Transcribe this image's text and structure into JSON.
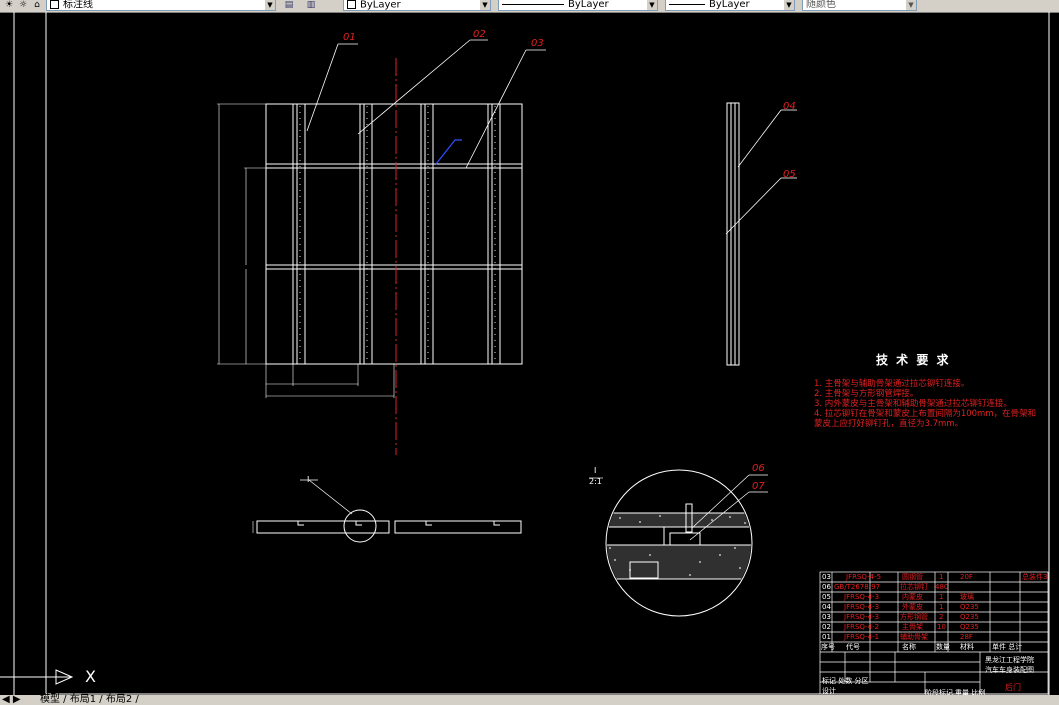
{
  "toolbar": {
    "layer_name": "标注线",
    "color_value": "ByLayer",
    "linetype_value": "ByLayer",
    "lineweight_value": "ByLayer",
    "plotstyle_value": "随颜色"
  },
  "drawing": {
    "balloons": [
      "01",
      "02",
      "03",
      "04",
      "05",
      "06",
      "07"
    ],
    "tech_title": "技 术 要 求",
    "tech_notes": [
      "1. 主骨架与辅助骨架通过拉芯铆钉连接。",
      "2. 主骨架与方形钢管焊接。",
      "3. 内外蒙皮与主骨架和辅助骨架通过拉芯铆钉连接。",
      "4. 拉芯铆钉在骨架和蒙皮上布置间隔为100mm，在骨架和",
      "蒙皮上应打好铆钉孔，直径为3.7mm。"
    ],
    "detail_label_top": "I",
    "detail_label_bottom": "2:1",
    "detail_marker": "I"
  },
  "bom": {
    "rows": [
      {
        "no": "03",
        "code": "JFRSQ-4-5",
        "name": "圆钢管",
        "qty": "1",
        "material": "20F",
        "note": "总装件3"
      },
      {
        "no": "06",
        "code": "GB/T2678-97",
        "name": "拉芯铆钉",
        "qty": "480",
        "material": "",
        "note": ""
      },
      {
        "no": "05",
        "code": "JFRSQ-4-3",
        "name": "内蒙皮",
        "qty": "1",
        "material": "玻璃",
        "note": ""
      },
      {
        "no": "04",
        "code": "JFRSQ-4-3",
        "name": "外蒙皮",
        "qty": "1",
        "material": "Q235",
        "note": ""
      },
      {
        "no": "03",
        "code": "JFRSQ-4-3",
        "name": "方形钢管",
        "qty": "2",
        "material": "Q235",
        "note": ""
      },
      {
        "no": "02",
        "code": "JFRSQ-4-2",
        "name": "主骨架",
        "qty": "10",
        "material": "Q235",
        "note": ""
      },
      {
        "no": "01",
        "code": "JFRSQ-4-1",
        "name": "辅助骨架",
        "qty": "",
        "material": "28F",
        "note": ""
      }
    ],
    "header_no": "序号",
    "header_code": "代号",
    "header_name": "名称",
    "header_qty": "数量",
    "header_material": "材料",
    "header_weight": "单件 总计",
    "company": "黑龙江工程学院",
    "part_title": "汽车车身装配图",
    "drawing_name": "后门",
    "stage_label": "阶段标记",
    "scale_label": "重量 比例",
    "left_note": "标记 处数 分区",
    "left_note2": "设计"
  },
  "command": {
    "axis_label": "X"
  },
  "status": {
    "tabs": "模型 / 布局1 / 布局2 /"
  }
}
